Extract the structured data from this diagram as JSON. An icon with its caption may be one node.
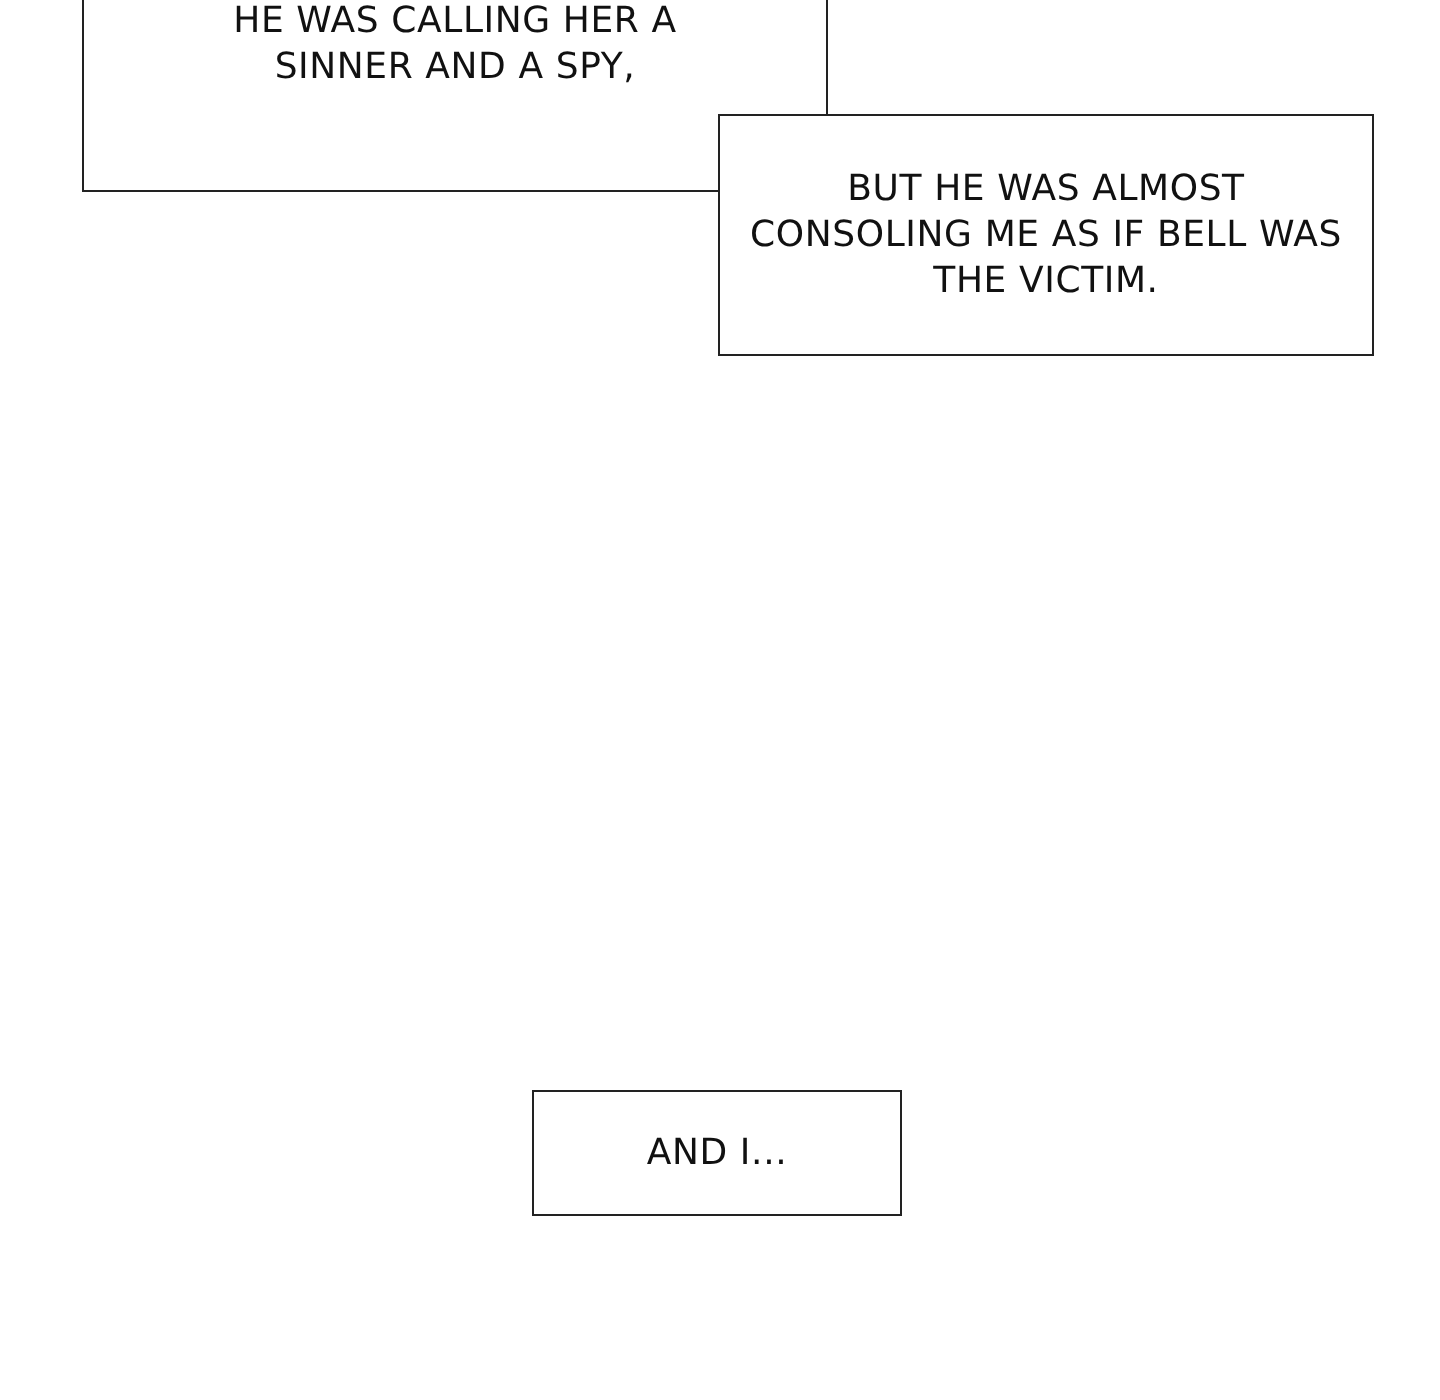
{
  "diagram": {
    "nodes": [
      {
        "text": [
          "HE WAS CALLING HER A SINNER AND A SPY,"
        ]
      },
      {
        "text": [
          "BUT HE WAS ALMOST CONSOLING ME AS IF BELL WAS THE VICTIM."
        ]
      },
      {
        "text": [
          "AND I..."
        ]
      }
    ]
  }
}
